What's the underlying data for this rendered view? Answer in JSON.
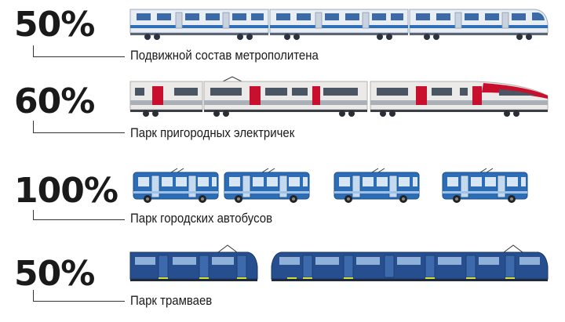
{
  "rows": [
    {
      "percent": "50%",
      "label": "Подвижной состав метрополитена"
    },
    {
      "percent": "60%",
      "label": "Парк пригородных электричек"
    },
    {
      "percent": "100%",
      "label": "Парк городских автобусов"
    },
    {
      "percent": "50%",
      "label": "Парк трамваев"
    }
  ],
  "colors": {
    "metro_body": "#e9eef5",
    "metro_stripe": "#2f6fb8",
    "train_body": "#eceae8",
    "train_accent": "#c8102e",
    "bus_body": "#2c6db5",
    "tram_body": "#274f8f",
    "tram_accent": "#d6e03a",
    "text": "#1a1a1a"
  }
}
